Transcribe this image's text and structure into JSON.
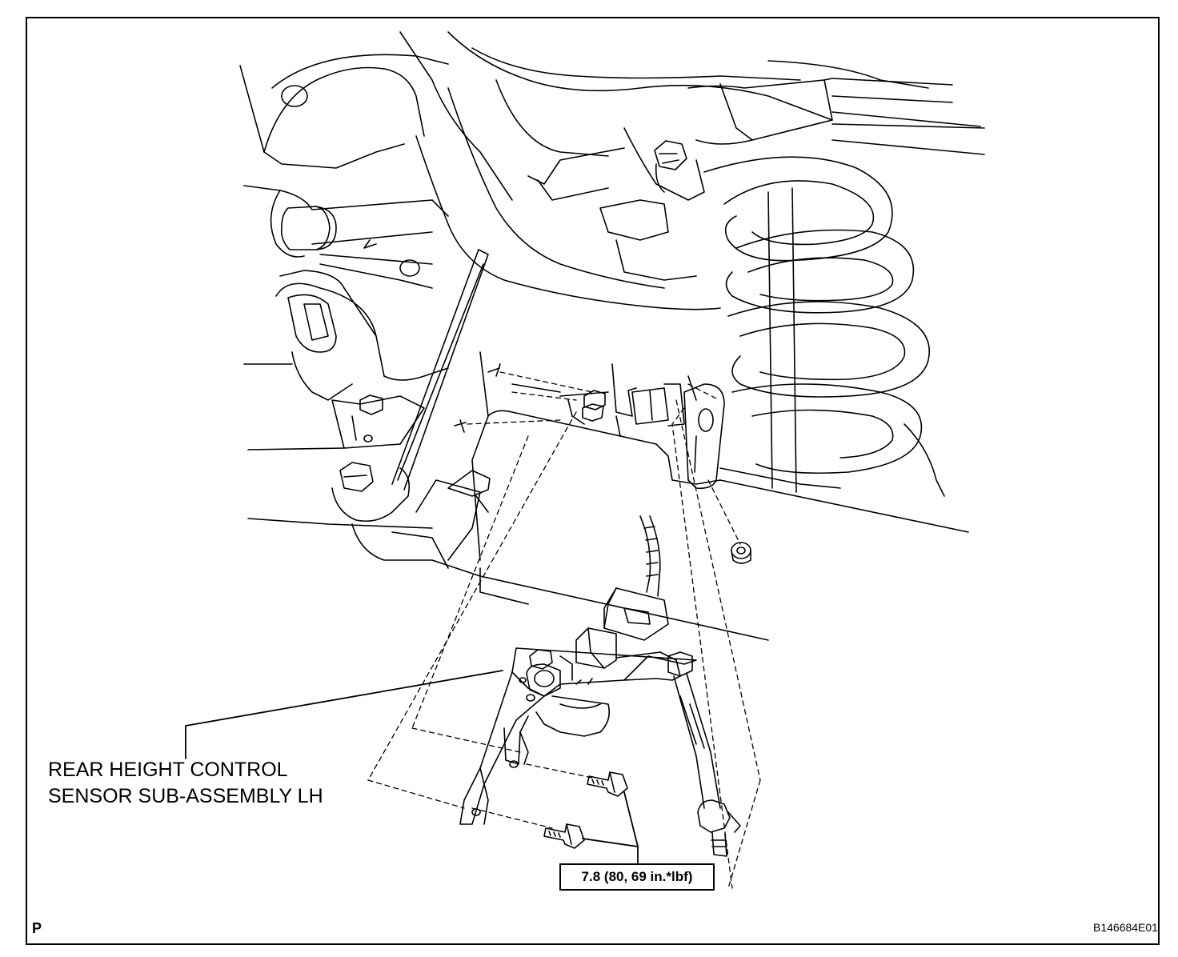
{
  "labels": {
    "part_name_line1": "REAR HEIGHT CONTROL",
    "part_name_line2": "SENSOR SUB-ASSEMBLY LH",
    "torque": "7.8 (80, 69 in.*lbf)",
    "corner_code": "P",
    "figure_code": "B146684E01"
  }
}
